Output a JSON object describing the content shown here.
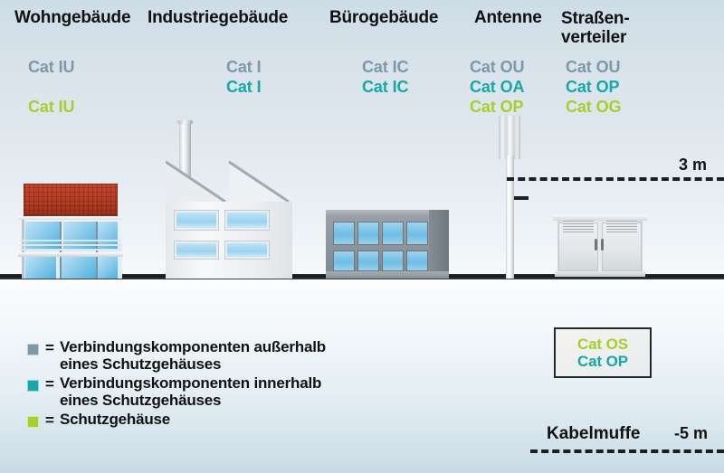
{
  "diagram": {
    "columns": [
      {
        "id": "wohngebaeude",
        "title": "Wohngebäude",
        "cats": [
          {
            "label": "Cat IU",
            "color_name": "grey"
          },
          {
            "label": "",
            "color_name": "spacer"
          },
          {
            "label": "Cat IU",
            "color_name": "lime"
          }
        ]
      },
      {
        "id": "industriegebaeude",
        "title": "Industriegebäude",
        "cats": [
          {
            "label": "Cat I",
            "color_name": "grey"
          },
          {
            "label": "Cat I",
            "color_name": "teal"
          }
        ]
      },
      {
        "id": "buerogebaeude",
        "title": "Bürogebäude",
        "cats": [
          {
            "label": "Cat IC",
            "color_name": "grey"
          },
          {
            "label": "Cat IC",
            "color_name": "teal"
          }
        ]
      },
      {
        "id": "antenne",
        "title": "Antenne",
        "cats": [
          {
            "label": "Cat OU",
            "color_name": "grey"
          },
          {
            "label": "Cat OA",
            "color_name": "teal"
          },
          {
            "label": "Cat OP",
            "color_name": "lime"
          }
        ]
      },
      {
        "id": "strassenverteiler",
        "title": "Straßen-\nverteiler",
        "title_line1": "Straßen-",
        "title_line2": "verteiler",
        "cats": [
          {
            "label": "Cat OU",
            "color_name": "grey"
          },
          {
            "label": "Cat OP",
            "color_name": "teal"
          },
          {
            "label": "Cat OG",
            "color_name": "lime"
          }
        ]
      }
    ],
    "measurements": [
      {
        "id": "height-3m",
        "label": "3 m"
      },
      {
        "id": "depth-5m",
        "label": "-5 m"
      }
    ],
    "cable_joint": {
      "name_label": "Kabelmuffe",
      "cats": [
        {
          "label": "Cat OS",
          "color_name": "lime"
        },
        {
          "label": "Cat OP",
          "color_name": "teal"
        }
      ]
    },
    "legend": {
      "equals_sign": "=",
      "items": [
        {
          "color_name": "grey",
          "line1": "Verbindungskomponenten außerhalb",
          "line2": "eines Schutzgehäuses"
        },
        {
          "color_name": "teal",
          "line1": "Verbindungskomponenten innerhalb",
          "line2": "eines Schutzgehäuses"
        },
        {
          "color_name": "lime",
          "line1": "Schutzgehäuse",
          "line2": ""
        }
      ]
    },
    "colors": {
      "grey": "#7c99a8",
      "teal": "#16a7a7",
      "lime": "#a8ce2e",
      "roof_red": "#b33b23",
      "glass_blue": "#6fbde4",
      "ground_line": "#14181b"
    }
  }
}
